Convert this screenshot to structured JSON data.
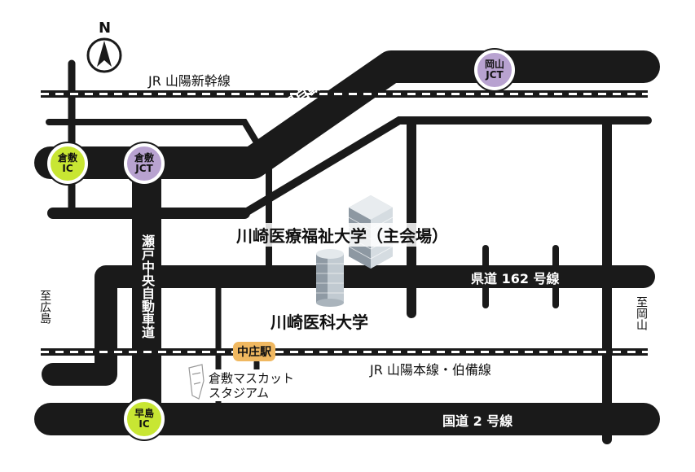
{
  "colors": {
    "road": "#1a1a1a",
    "ic_badge": "#c8e633",
    "jct_badge": "#b8a2d0",
    "station_badge": "#f0b860",
    "rail": "#1a1a1a"
  },
  "compass": {
    "label": "N"
  },
  "railways": {
    "shinkansen": "JR 山陽新幹線",
    "sanyo_hakubi": "JR 山陽本線・伯備線"
  },
  "roads": {
    "sanyo_expressway": "山陽自動車道",
    "setochuo_expressway": "瀬戸中央自動車道",
    "prefectural_162": "県道 162 号線",
    "national_2": "国道 2 号線"
  },
  "interchanges": {
    "okayama_jct": {
      "line1": "岡山",
      "line2": "JCT",
      "icon": "jct-badge"
    },
    "kurashiki_ic": {
      "line1": "倉敷",
      "line2": "IC",
      "icon": "ic-badge"
    },
    "kurashiki_jct": {
      "line1": "倉敷",
      "line2": "JCT",
      "icon": "jct-badge"
    },
    "hayashima_ic": {
      "line1": "早島",
      "line2": "IC",
      "icon": "ic-badge"
    }
  },
  "places": {
    "welfare_university": "川崎医療福祉大学（主会場）",
    "medical_university": "川崎医科大学",
    "nakasho_station": "中庄駅",
    "stadium_line1": "倉敷マスカット",
    "stadium_line2": "スタジアム"
  },
  "directions": {
    "west": "至広島",
    "east": "至岡山"
  }
}
